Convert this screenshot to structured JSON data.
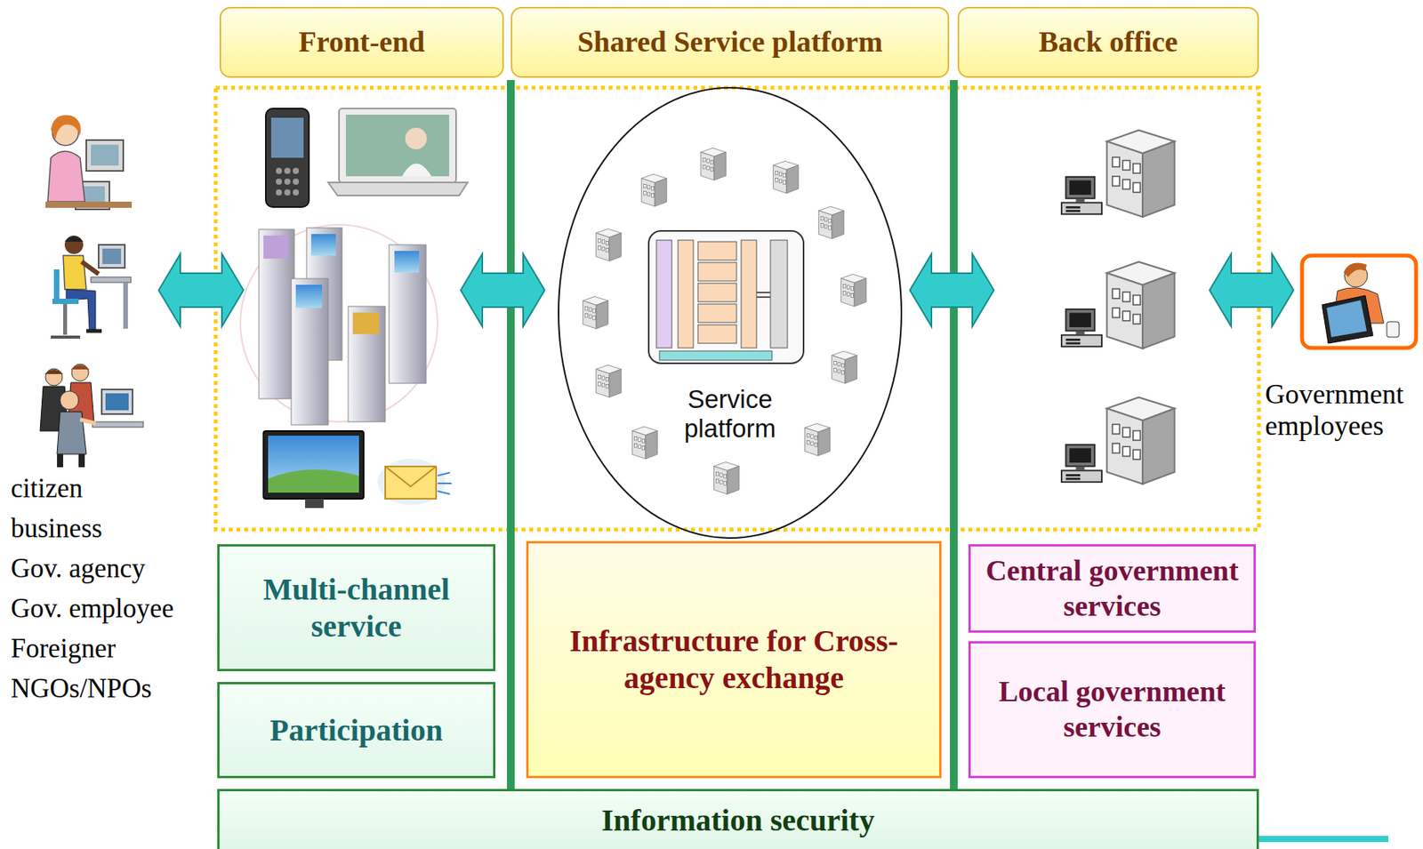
{
  "diagram": {
    "nodes": [
      {
        "text": [
          "Front-end"
        ]
      },
      {
        "text": [
          "Shared Service platform"
        ]
      },
      {
        "text": [
          "Back office"
        ]
      },
      {
        "text": [
          "Service platform"
        ]
      },
      {
        "text": [
          "Multi-channel service"
        ]
      },
      {
        "text": [
          "Participation"
        ]
      },
      {
        "text": [
          "Infrastructure for Cross-agency exchange"
        ]
      },
      {
        "text": [
          "Central government services"
        ]
      },
      {
        "text": [
          "Local government services"
        ]
      },
      {
        "text": [
          "Information security"
        ]
      }
    ],
    "labels": [
      "citizen",
      "business",
      "Gov. agency",
      "Gov. employee",
      "Foreigner",
      "NGOs/NPOs",
      "Government employees"
    ]
  }
}
